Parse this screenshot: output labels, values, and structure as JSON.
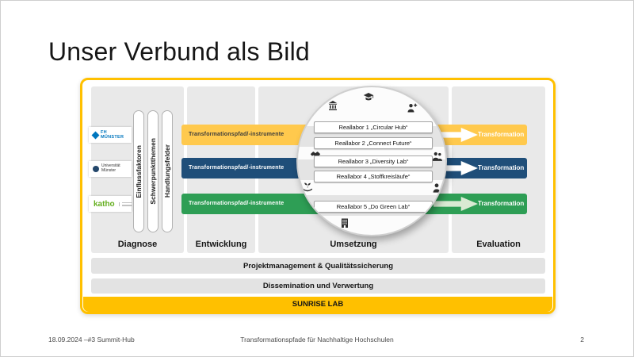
{
  "slide": {
    "title": "Unser Verbund als Bild",
    "footer": {
      "date": "18.09.2024 –#3 Summit-Hub",
      "project": "Transformationspfade für Nachhaltige Hochschulen",
      "page": "2"
    }
  },
  "colors": {
    "gold": "#FFC000",
    "band_yellow": "#FFC94D",
    "band_blue": "#1F4E79",
    "band_green": "#2E9E55",
    "panel_gray": "#E9E9E9"
  },
  "diagram": {
    "logos": [
      {
        "name": "FH MÜNSTER"
      },
      {
        "name": "Universität Münster"
      },
      {
        "name": "katho"
      }
    ],
    "pillars": [
      "Einflussfaktoren",
      "Schwerpunktthemen",
      "Handlungsfelder"
    ],
    "bands": [
      {
        "label": "Transformationspfad/-instrumente",
        "result": "Transformation",
        "color": "#FFC94D",
        "text_color": "#3b3b3b",
        "arrow_color": "#ffffff"
      },
      {
        "label": "Transformationspfad/-instrumente",
        "result": "Transformation",
        "color": "#1F4E79",
        "text_color": "#ffffff",
        "arrow_color": "#ffffff"
      },
      {
        "label": "Transformationspfad/-instrumente",
        "result": "Transformation",
        "color": "#2E9E55",
        "text_color": "#ffffff",
        "arrow_color": "#D9EAD3"
      }
    ],
    "reallabors": [
      "Reallabor 1 „Circular Hub“",
      "Reallabor 2 „Connect Future“",
      "Reallabor 3 „Diversity Lab“",
      "Reallabor 4 „Stoffkreisläufe“",
      "Reallabor 5 „Do Green Lab“"
    ],
    "icons": [
      "bank",
      "graduation-cap",
      "person-gear",
      "handshake",
      "people",
      "plant-hand",
      "person",
      "building"
    ],
    "phases": [
      "Diagnose",
      "Entwicklung",
      "Umsetzung",
      "Evaluation"
    ],
    "bottom_bars": [
      "Projektmanagement & Qualitätssicherung",
      "Dissemination und Verwertung"
    ],
    "sunrise_label": "SUNRISE LAB"
  }
}
